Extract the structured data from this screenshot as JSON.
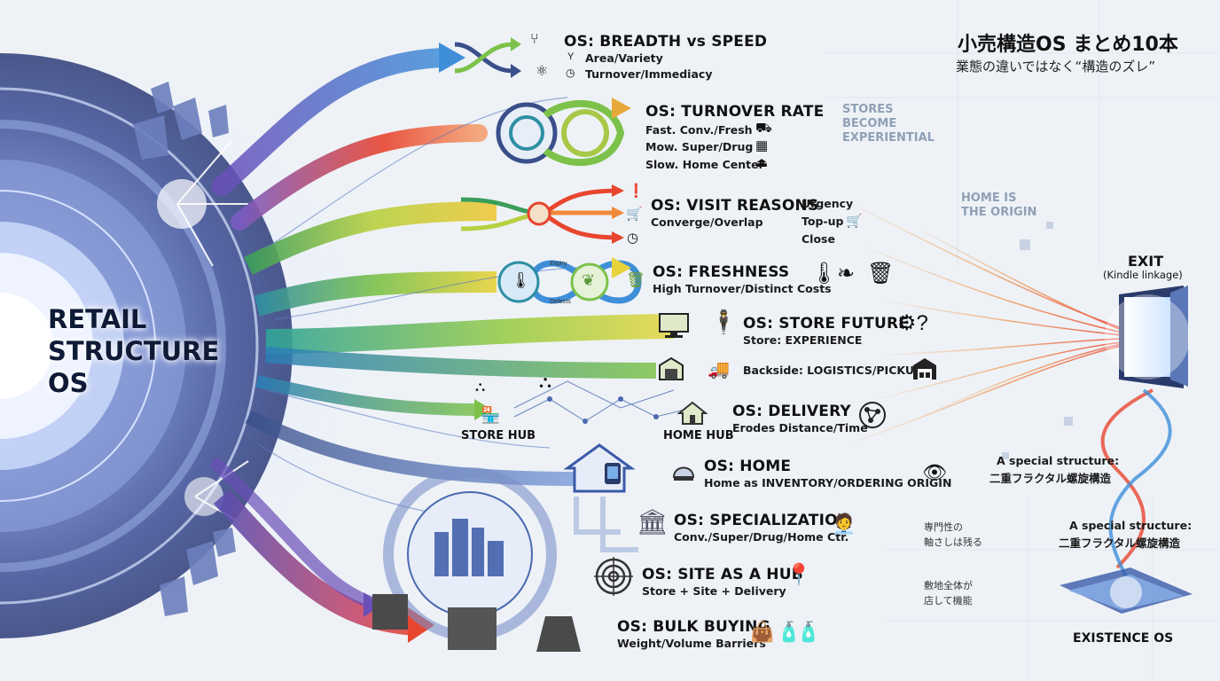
{
  "header": {
    "title": "小売構造OS まとめ10本",
    "subtitle": "業態の違いではなく“構造のズレ”"
  },
  "core": {
    "line1": "RETAIL",
    "line2": "STRUCTURE",
    "line3": "OS"
  },
  "sections": {
    "breadth": {
      "title": "OS: BREADTH vs SPEED",
      "line1": "Area/Variety",
      "line2": "Turnover/Immediacy"
    },
    "turnover": {
      "title": "OS: TURNOVER RATE",
      "line1": "Fast. Conv./Fresh",
      "line2": "Mow. Super/Drug",
      "line3": "Slow. Home Center"
    },
    "visit": {
      "title": "OS: VISIT REASONS",
      "sub": "Converge/Overlap",
      "r1": "Urgency",
      "r2": "Top-up",
      "r3": "Close"
    },
    "freshness": {
      "title": "OS: FRESHNESS",
      "sub": "High Turnover/Distinct Costs",
      "loop_top": "Expiry",
      "loop_bottom": "Defects"
    },
    "store_future": {
      "title": "OS: STORE FUTURE",
      "sub": "Store: EXPERIENCE",
      "backside": "Backside: LOGISTICS/PICKUP"
    },
    "delivery": {
      "title": "OS: DELIVERY",
      "sub": "Erodes Distance/Time",
      "store_hub": "STORE HUB",
      "home_hub": "HOME HUB"
    },
    "home": {
      "title": "OS: HOME",
      "sub": "Home as INVENTORY/ORDERING ORIGIN"
    },
    "specialization": {
      "title": "OS: SPECIALIZATION",
      "sub": "Conv./Super/Drug/Home Ctr."
    },
    "site_hub": {
      "title": "OS: SITE AS A HUB",
      "sub": "Store + Site + Delivery"
    },
    "bulk": {
      "title": "OS: BULK BUYING",
      "sub": "Weight/Volume Barriers"
    }
  },
  "right": {
    "stores_experiential": "STORES BECOME EXPERIENTIAL",
    "home_origin": "HOME IS THE ORIGIN",
    "exit": "EXIT",
    "exit_sub": "(Kindle linkage)",
    "special1_en": "A special structure:",
    "special1_jp": "二重フラクタル螺旋構造",
    "special2_en": "A special structure:",
    "special2_jp": "二重フラクタル螺旋構造",
    "jp_note1": "専門性の\n軸さしは残る",
    "jp_note2": "敷地全体が\n店して機能",
    "existence": "EXISTENCE OS"
  },
  "colors": {
    "purple": "#7b5cc4",
    "blue": "#3f8fd8",
    "teal": "#2fa39a",
    "green": "#7cc24a",
    "yellow": "#e8d23a",
    "orange": "#f08a3a",
    "red": "#e8452f",
    "navy": "#3a4f8a"
  }
}
